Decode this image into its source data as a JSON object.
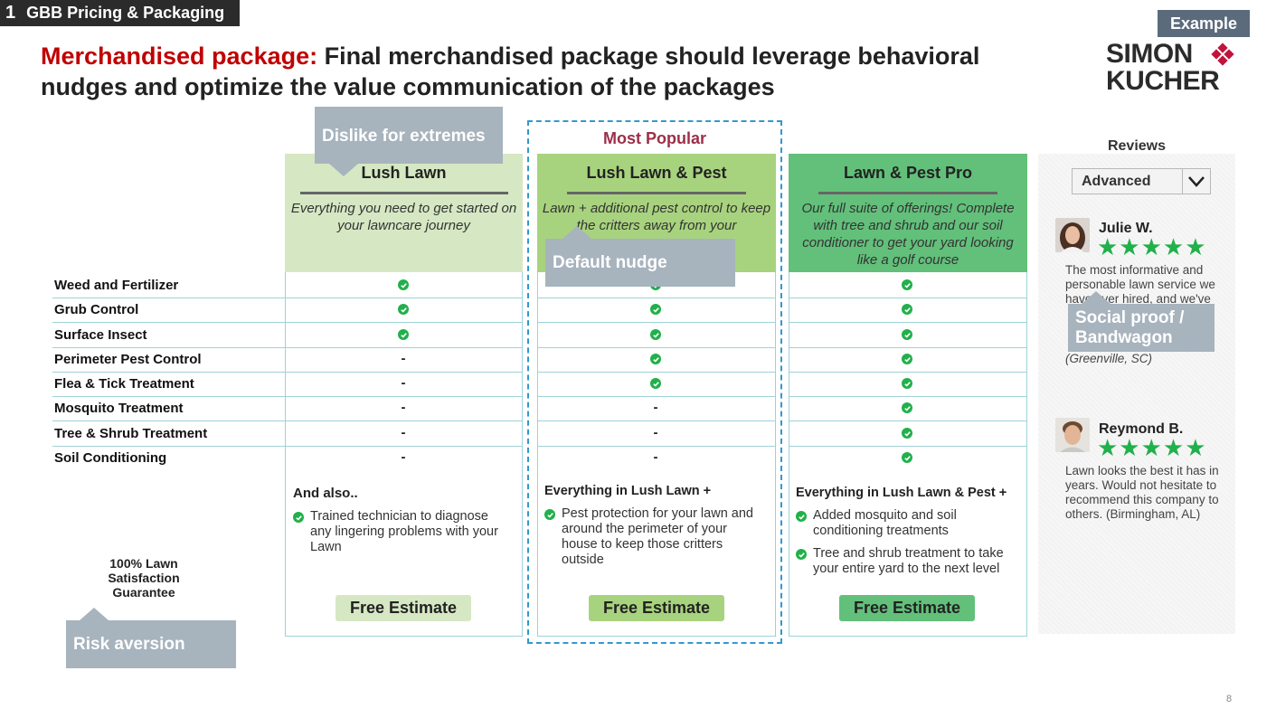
{
  "section": {
    "number": "1",
    "label": "GBB Pricing & Packaging"
  },
  "example_tag": "Example",
  "logo": {
    "line1": "SIMON",
    "line2": "KUCHER"
  },
  "headline": {
    "accent": "Merchandised package:",
    "text": " Final merchandised package should leverage behavioral nudges and optimize the value communication of the packages"
  },
  "most_popular": "Most Popular",
  "rows": [
    "Weed and Fertilizer",
    "Grub Control",
    "Surface Insect",
    "Perimeter Pest Control",
    "Flea & Tick Treatment",
    "Mosquito Treatment",
    "Tree & Shrub Treatment",
    "Soil Conditioning"
  ],
  "packages": [
    {
      "name": "Lush Lawn",
      "description": "Everything you need to get started on your lawncare journey",
      "marks": [
        "check",
        "check",
        "check",
        "-",
        "-",
        "-",
        "-",
        "-"
      ],
      "extra_title": "And also..",
      "extras": [
        "Trained technician to diagnose any lingering problems with your Lawn"
      ],
      "cta": "Free Estimate",
      "header_color": "#d5e8c3",
      "cta_color": "#d5e8c3"
    },
    {
      "name": "Lush Lawn & Pest",
      "description": "Lawn + additional pest control to keep the critters away from your",
      "marks": [
        "check",
        "check",
        "check",
        "check",
        "check",
        "-",
        "-",
        "-"
      ],
      "extra_title": "Everything in Lush Lawn +",
      "extras": [
        "Pest protection for your lawn and around the perimeter of your house to keep those critters outside"
      ],
      "cta": "Free Estimate",
      "header_color": "#a8d37e",
      "cta_color": "#a8d37e"
    },
    {
      "name": "Lawn & Pest Pro",
      "description": "Our full suite of offerings! Complete with tree and shrub and our soil conditioner to get your yard looking like a golf course",
      "marks": [
        "check",
        "check",
        "check",
        "check",
        "check",
        "check",
        "check",
        "check"
      ],
      "extra_title": "Everything in Lush Lawn & Pest +",
      "extras": [
        "Added mosquito and soil conditioning treatments",
        "Tree and shrub treatment to take your entire yard to the next level"
      ],
      "cta": "Free Estimate",
      "header_color": "#62c07a",
      "cta_color": "#62c07a"
    }
  ],
  "guarantee": "100% Lawn Satisfaction Guarantee",
  "callouts": {
    "extremes": "Dislike for extremes",
    "default": "Default nudge",
    "social": "Social proof / Bandwagon",
    "risk": "Risk aversion"
  },
  "reviews": {
    "title": "Reviews",
    "filter": "Advanced",
    "items": [
      {
        "name": "Julie W.",
        "stars": "★★★★★",
        "text": "The most informative and personable lawn service we have ever hired, and we've",
        "location": "(Greenville, SC)"
      },
      {
        "name": "Reymond B.",
        "stars": "★★★★★",
        "text": "Lawn looks the best it has in years. Would not hesitate to recommend this company to others. (Birmingham, AL)"
      }
    ]
  },
  "page_number": "8",
  "icons": {
    "check": "check-circle-icon",
    "dropdown": "chevron-down-icon"
  },
  "colors": {
    "accent": "#c00000",
    "check": "#21b04b",
    "callout": "#a7b3bd",
    "highlight_border": "#3399cc"
  }
}
